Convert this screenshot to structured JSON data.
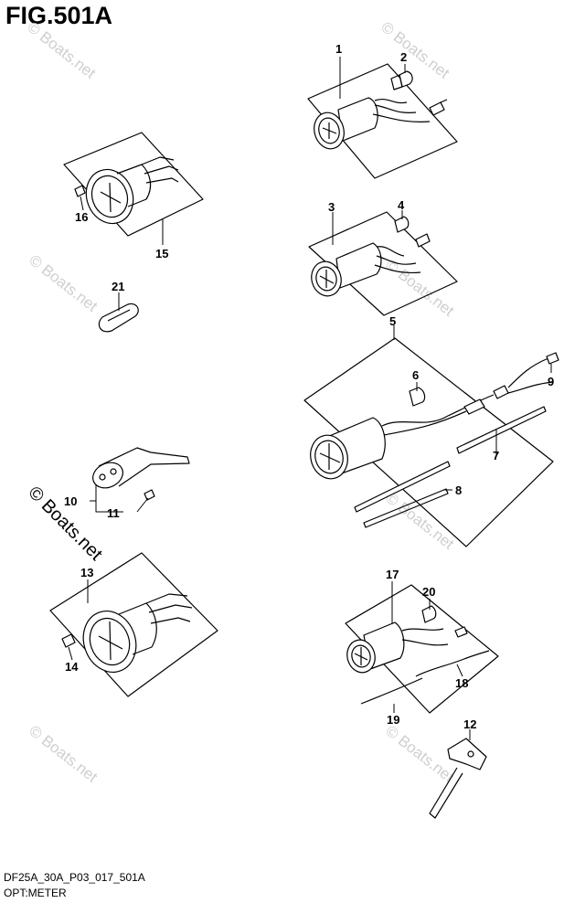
{
  "title": "FIG.501A",
  "footer": {
    "code": "DF25A_30A_P03_017_501A",
    "name": "OPT:METER"
  },
  "watermark": "© Boats.net",
  "callouts": [
    "1",
    "2",
    "3",
    "4",
    "5",
    "6",
    "7",
    "8",
    "9",
    "10",
    "11",
    "12",
    "13",
    "14",
    "15",
    "16",
    "17",
    "18",
    "19",
    "20",
    "21"
  ]
}
